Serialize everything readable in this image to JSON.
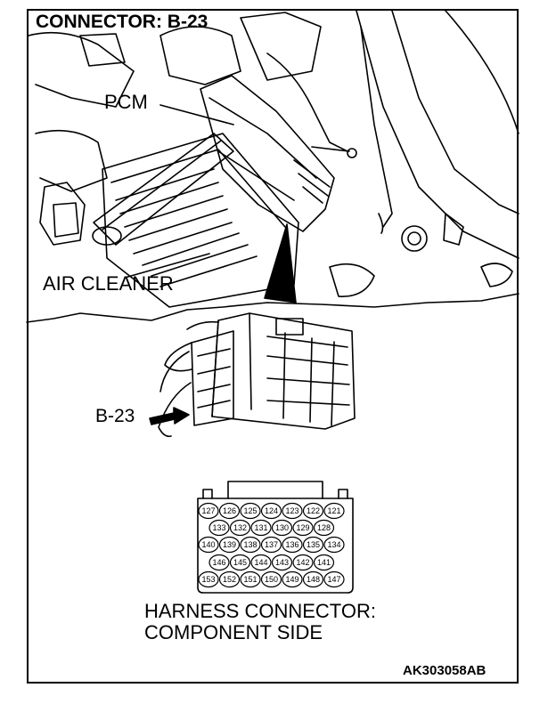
{
  "title": "CONNECTOR: B-23",
  "labels": {
    "pcm": "PCM",
    "air_cleaner": "AIR CLEANER",
    "connector_callout": "B-23",
    "harness_line1": "HARNESS CONNECTOR:",
    "harness_line2": "COMPONENT SIDE"
  },
  "figure_code": "AK303058AB",
  "pin_rows": [
    [
      "127",
      "126",
      "125",
      "124",
      "123",
      "122",
      "121"
    ],
    [
      "133",
      "132",
      "131",
      "130",
      "129",
      "128"
    ],
    [
      "140",
      "139",
      "138",
      "137",
      "136",
      "135",
      "134"
    ],
    [
      "146",
      "145",
      "144",
      "143",
      "142",
      "141"
    ],
    [
      "153",
      "152",
      "151",
      "150",
      "149",
      "148",
      "147"
    ]
  ]
}
